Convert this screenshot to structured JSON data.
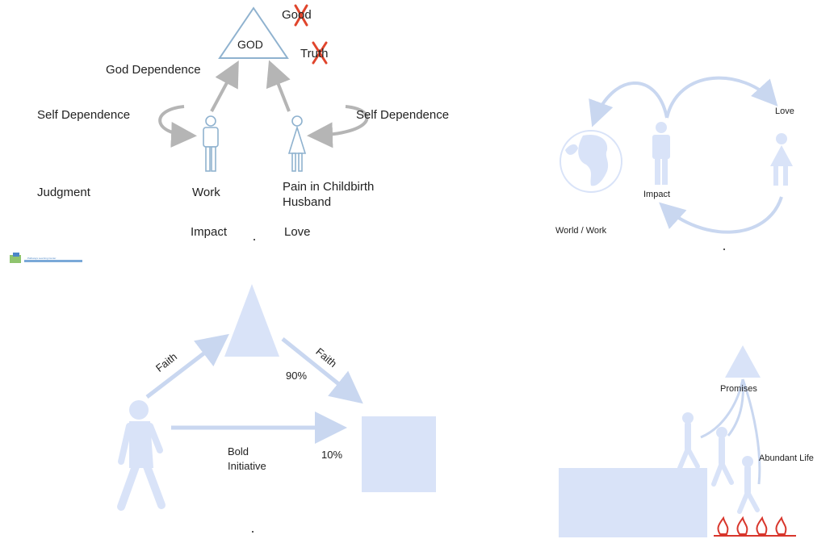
{
  "colors": {
    "light_blue": "#d9e3f8",
    "arrow_blue": "#c9d7f0",
    "figure_outline": "#8fb2cf",
    "gray_arrow": "#b5b5b5",
    "cross_red": "#e0452c",
    "fire_red": "#d8362c"
  },
  "panel_top_left": {
    "god_label": "GOD",
    "good_label": "Good",
    "truth_label": "Truth",
    "god_dependence": "God Dependence",
    "self_dependence_left": "Self Dependence",
    "self_dependence_right": "Self Dependence",
    "judgment": "Judgment",
    "work": "Work",
    "pain_line1": "Pain in Childbirth",
    "pain_line2": "Husband",
    "impact": "Impact",
    "love": "Love",
    "logo_text": "Pathways Learning Center",
    "icons": [
      "triangle-icon",
      "man-icon",
      "woman-icon",
      "cross-mark-icon"
    ]
  },
  "panel_top_right": {
    "love": "Love",
    "impact": "Impact",
    "world_work": "World / Work",
    "icons": [
      "globe-icon",
      "man-icon",
      "woman-icon"
    ]
  },
  "panel_bottom_left": {
    "faith_left": "Faith",
    "faith_right": "Faith",
    "pct_90": "90%",
    "pct_10": "10%",
    "bold_line1": "Bold",
    "bold_line2": "Initiative",
    "icons": [
      "walking-person-icon",
      "triangle-icon",
      "square-icon"
    ]
  },
  "panel_bottom_right": {
    "promises": "Promises",
    "abundant_life": "Abundant Life",
    "icons": [
      "triangle-icon",
      "climbing-people-icon",
      "fire-icon"
    ]
  }
}
